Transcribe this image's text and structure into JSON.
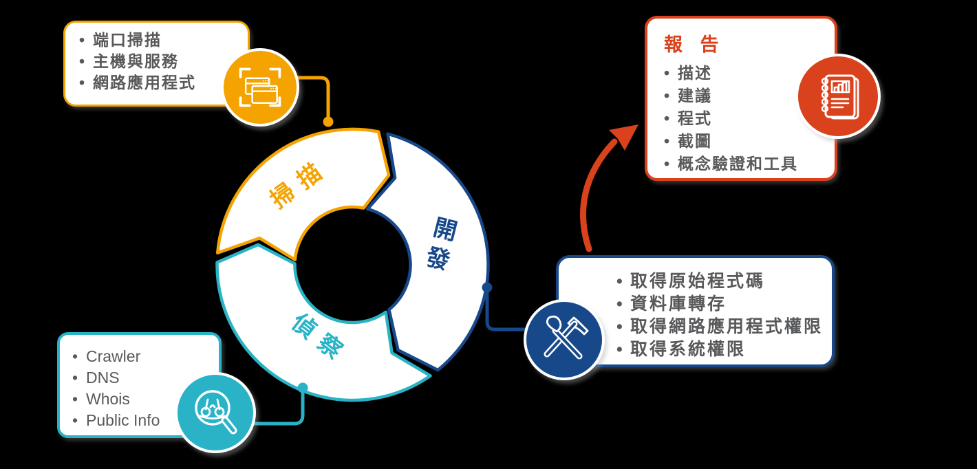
{
  "colors": {
    "scan_orange": "#F4A300",
    "report_red": "#D9421C",
    "exploit_blue": "#17498A",
    "recon_teal": "#2AB3C6",
    "body_text_gray": "#58595B",
    "background": "#000000"
  },
  "cycle": {
    "segments": [
      {
        "id": "scan",
        "label": "掃描"
      },
      {
        "id": "exploit",
        "label": "開發"
      },
      {
        "id": "recon",
        "label": "偵察"
      }
    ]
  },
  "boxes": {
    "scan": {
      "items": [
        "端口掃描",
        "主機與服務",
        "網路應用程式"
      ]
    },
    "report": {
      "title": "報 告",
      "items": [
        "描述",
        "建議",
        "程式",
        "截圖",
        "概念驗證和工具"
      ]
    },
    "exploit": {
      "items": [
        "取得原始程式碼",
        "資料庫轉存",
        "取得網路應用程式權限",
        "取得系統權限"
      ]
    },
    "recon": {
      "items": [
        "Crawler",
        "DNS",
        "Whois",
        "Public Info"
      ]
    }
  },
  "icons": {
    "scan": "browser-windows-scan-icon",
    "report": "notebook-report-icon",
    "exploit": "shovel-pickaxe-icon",
    "recon": "binoculars-magnifier-icon"
  }
}
